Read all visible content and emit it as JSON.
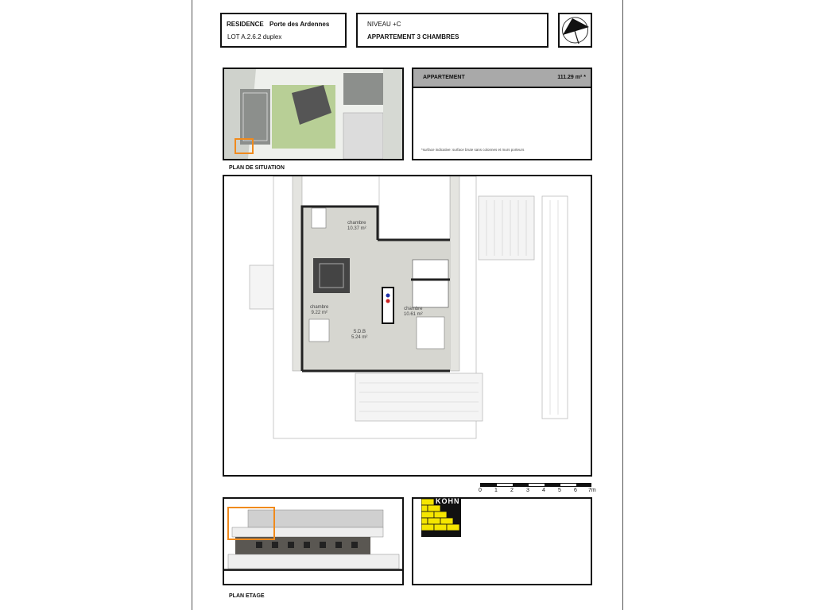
{
  "header": {
    "residence_label": "RESIDENCE",
    "residence_name": "Porte des Ardennes",
    "lot": "LOT A.2.6.2 duplex",
    "niveau": "NIVEAU +C",
    "appartement_type": "APPARTEMENT 3 CHAMBRES"
  },
  "situation": {
    "caption": "PLAN DE SITUATION"
  },
  "surface": {
    "title": "APPARTEMENT",
    "value": "111.29 m² *",
    "footnote": "*surface indicative: surface brute sans colonnes et murs porteurs"
  },
  "plan": {
    "rooms": [
      {
        "name": "chambre",
        "area": "10.37 m²"
      },
      {
        "name": "chambre",
        "area": "9.22 m²"
      },
      {
        "name": "S.D.B",
        "area": "5.24 m²"
      },
      {
        "name": "chambre",
        "area": "10.61 m²"
      }
    ]
  },
  "scale": {
    "ticks": [
      "0",
      "1",
      "2",
      "3",
      "4",
      "5",
      "6",
      "7m"
    ]
  },
  "elevation": {
    "caption": "PLAN ETAGE"
  },
  "logo": {
    "text": "KOHN",
    "color": "#f5e600"
  }
}
